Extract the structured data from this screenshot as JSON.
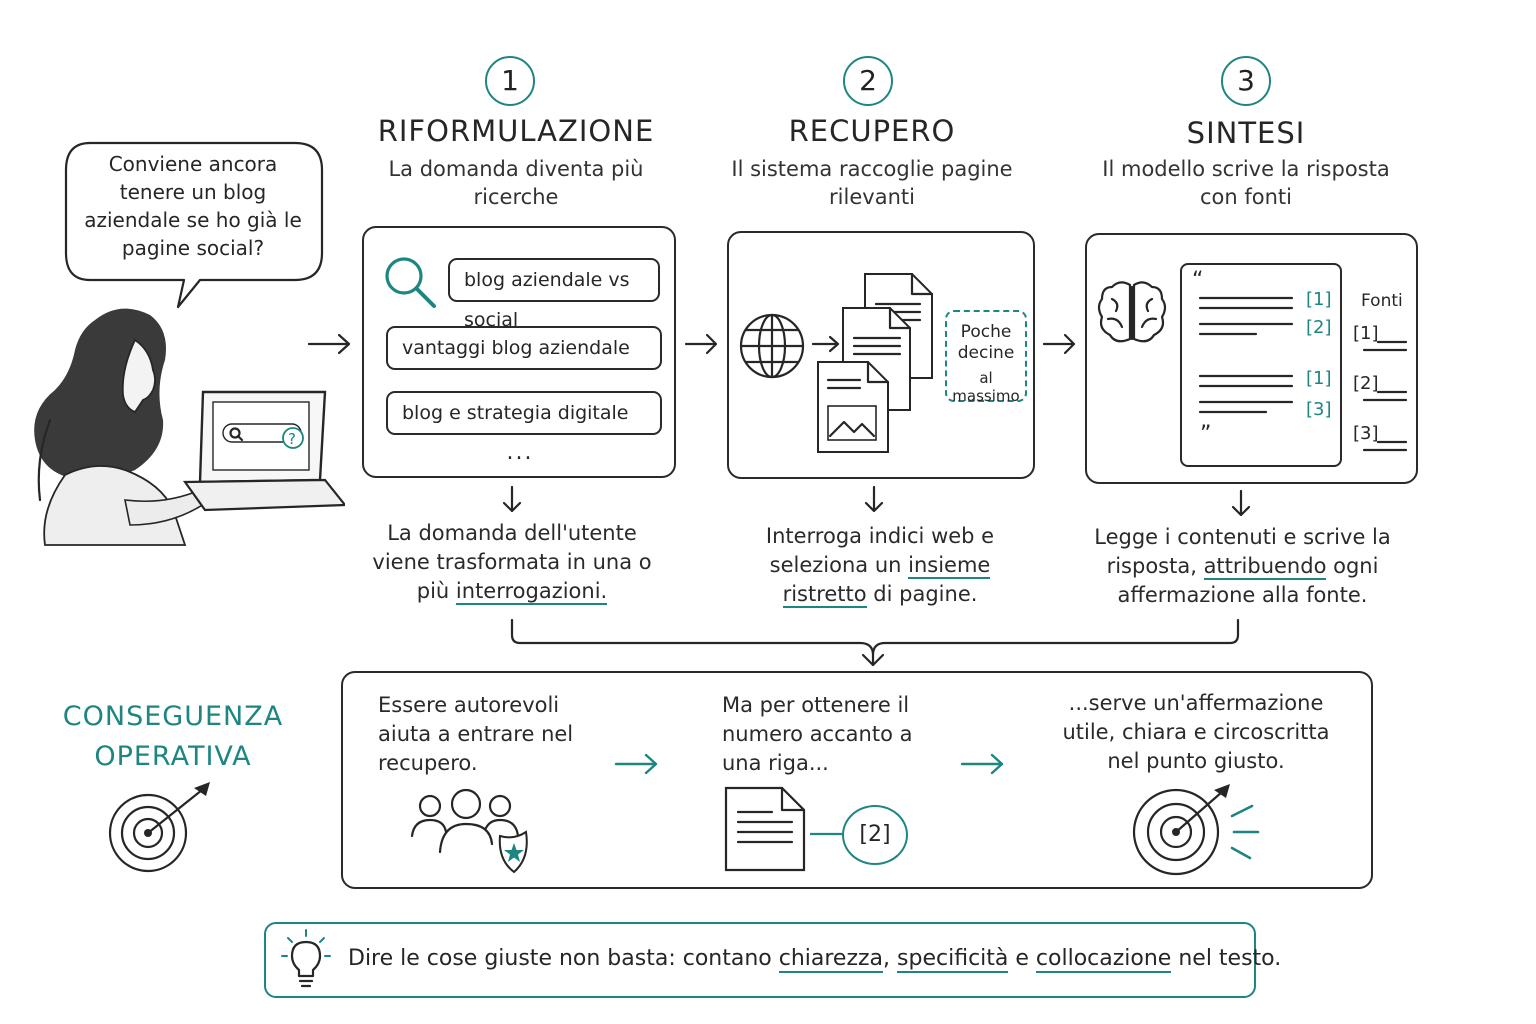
{
  "question": "Conviene ancora tenere un blog aziendale se ho già le pagine social?",
  "steps": [
    {
      "num": "1",
      "title": "RIFORMULAZIONE",
      "subtitle": "La domanda diventa più ricerche",
      "queries": [
        "blog aziendale vs social",
        "vantaggi blog aziendale",
        "blog e strategia digitale"
      ],
      "more": "...",
      "desc_a": "La domanda dell'utente viene trasformata in una o più ",
      "desc_u": "interrogazioni.",
      "desc_b": ""
    },
    {
      "num": "2",
      "title": "RECUPERO",
      "subtitle": "Il sistema raccoglie pagine rilevanti",
      "limit": "Poche decine",
      "limit_small": "al massimo",
      "desc_a": "Interroga indici web e seleziona un ",
      "desc_u": "insieme ristretto",
      "desc_b": " di pagine."
    },
    {
      "num": "3",
      "title": "SINTESI",
      "subtitle": "Il modello scrive la risposta con fonti",
      "citations": [
        "[1]",
        "[2]",
        "[1]",
        "[3]"
      ],
      "sources_title": "Fonti",
      "sources": [
        "[1]",
        "[2]",
        "[3]"
      ],
      "desc_a": "Legge i contenuti e scrive la risposta, ",
      "desc_u": "attribuendo",
      "desc_b": " ogni affermazione alla fonte."
    }
  ],
  "consequence": {
    "title_line1": "CONSEGUENZA",
    "title_line2": "OPERATIVA",
    "items": [
      "Essere autorevoli aiuta a entrare nel recupero.",
      "Ma per ottenere il numero accanto a una riga...",
      "...serve un'affermazione utile, chiara e circoscritta nel punto giusto."
    ],
    "citation": "[2]"
  },
  "tip": {
    "a": "Dire le cose giuste non basta: contano ",
    "w1": "chiarezza",
    "sep1": ", ",
    "w2": "specificità",
    "sep2": " e ",
    "w3": "collocazione",
    "b": " nel testo."
  },
  "colors": {
    "accent": "#1d8582",
    "ink": "#262626"
  }
}
